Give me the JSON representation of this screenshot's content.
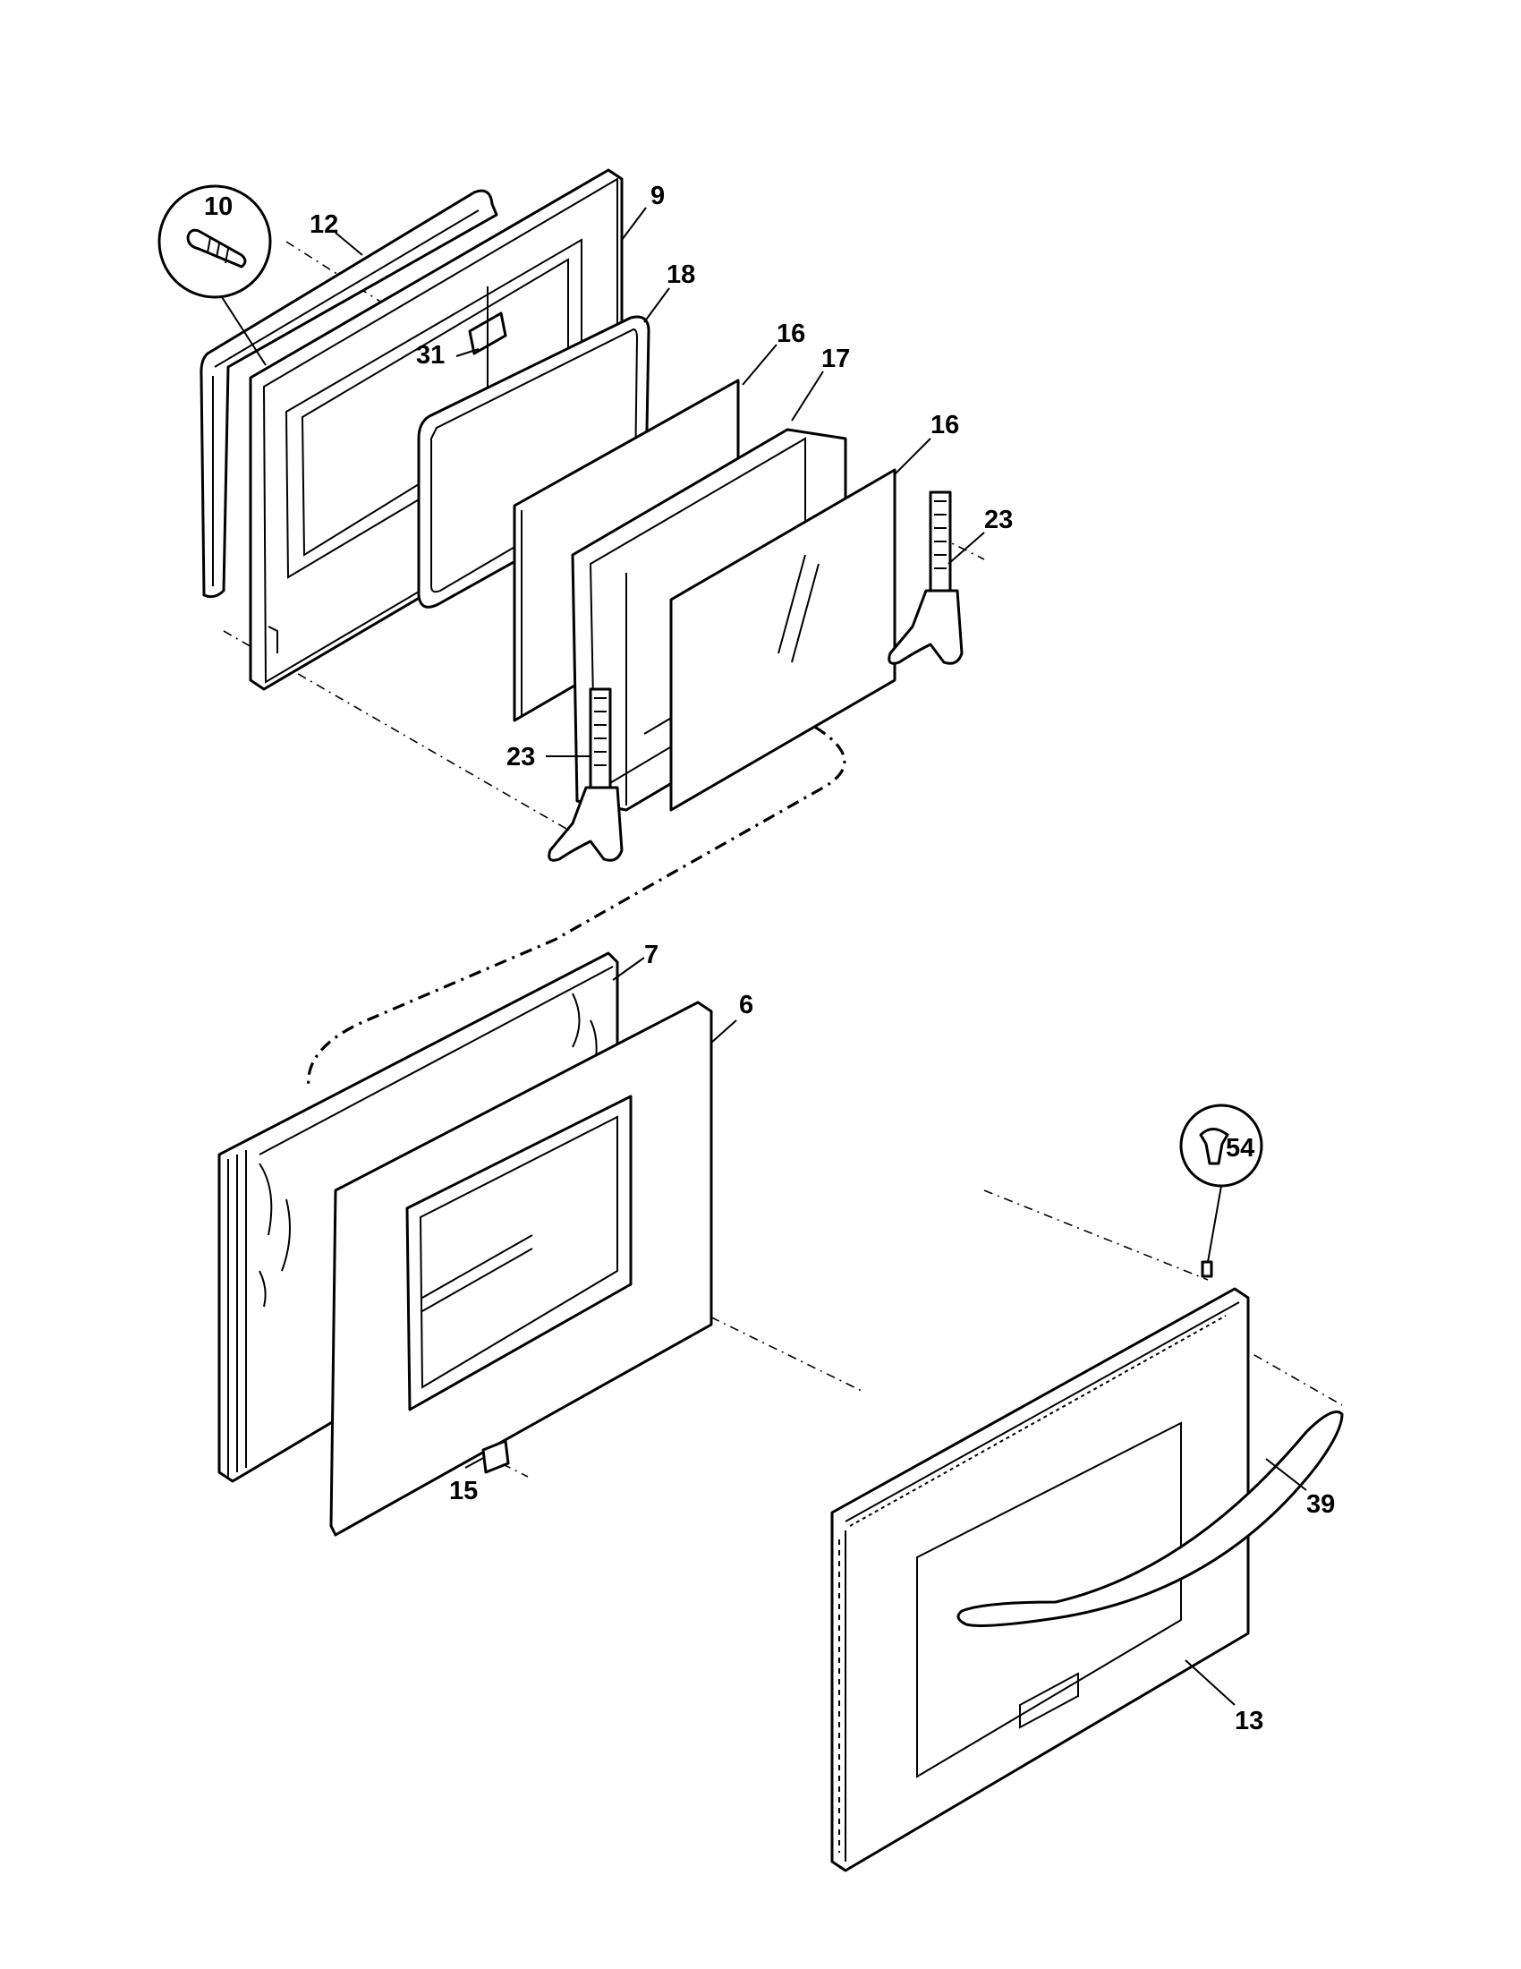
{
  "diagram": {
    "callouts": [
      {
        "id": "door-frame",
        "label": "9"
      },
      {
        "id": "screw-detail",
        "label": "10"
      },
      {
        "id": "door-gasket",
        "label": "12"
      },
      {
        "id": "inner-window-gasket",
        "label": "18"
      },
      {
        "id": "bracket",
        "label": "31"
      },
      {
        "id": "inner-glass",
        "label": "16"
      },
      {
        "id": "glass-pack",
        "label": "17"
      },
      {
        "id": "outer-glass",
        "label": "16"
      },
      {
        "id": "hinge-right",
        "label": "23"
      },
      {
        "id": "hinge-left",
        "label": "23"
      },
      {
        "id": "insulation",
        "label": "7"
      },
      {
        "id": "door-liner",
        "label": "6"
      },
      {
        "id": "liner-clip",
        "label": "15"
      },
      {
        "id": "handle-screw-detail",
        "label": "54"
      },
      {
        "id": "door-handle",
        "label": "39"
      },
      {
        "id": "outer-door-panel",
        "label": "13"
      }
    ]
  },
  "colors": {
    "line": "#000000",
    "background": "#ffffff"
  }
}
